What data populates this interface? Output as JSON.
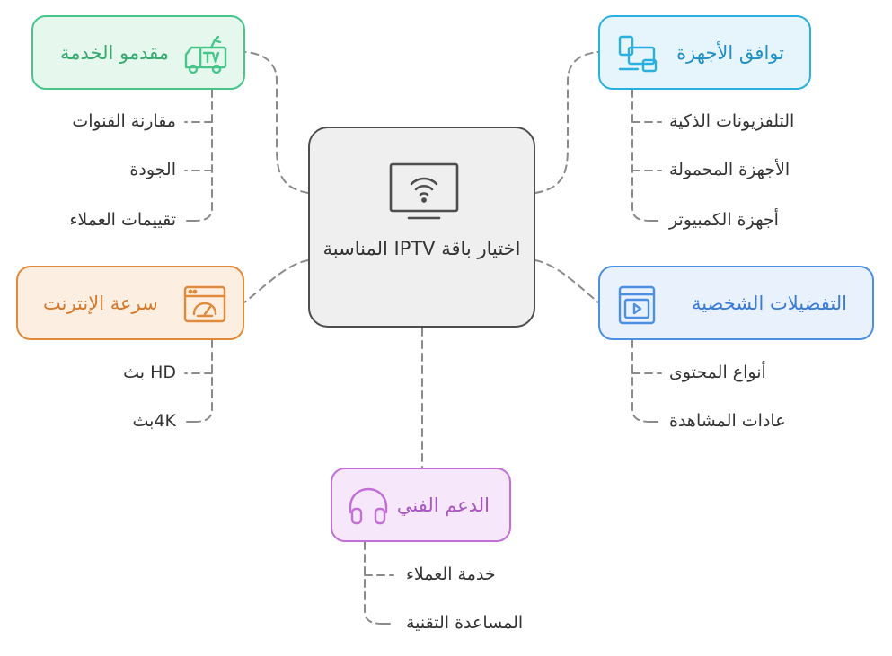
{
  "center": {
    "title": "اختيار باقة IPTV المناسبة",
    "icon": "wifi-monitor-icon"
  },
  "branches": {
    "devices": {
      "title": "توافق الأجهزة",
      "icon": "devices-icon",
      "color": "#2ab0df",
      "items": [
        "التلفزيونات الذكية",
        "الأجهزة المحمولة",
        "أجهزة الكمبيوتر"
      ]
    },
    "providers": {
      "title": "مقدمو الخدمة",
      "icon": "tv-van-icon",
      "color": "#47c58a",
      "items": [
        "مقارنة القنوات",
        "الجودة",
        "تقييمات العملاء"
      ]
    },
    "speed": {
      "title": "سرعة الإنترنت",
      "icon": "speedometer-window-icon",
      "color": "#e18a3c",
      "items": [
        "HD بث",
        "4Kبث"
      ]
    },
    "prefs": {
      "title": "التفضيلات الشخصية",
      "icon": "video-player-icon",
      "color": "#4d8fe2",
      "items": [
        "أنواع المحتوى",
        "عادات المشاهدة"
      ]
    },
    "support": {
      "title": "الدعم الفني",
      "icon": "headphones-icon",
      "color": "#c26fd8",
      "items": [
        "خدمة العملاء",
        "المساعدة التقنية"
      ]
    }
  }
}
